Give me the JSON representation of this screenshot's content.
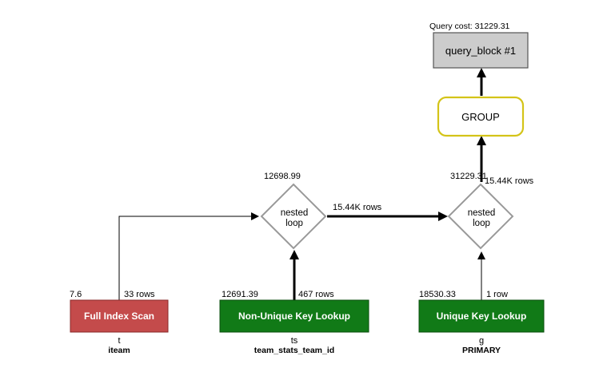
{
  "query_cost": "Query cost: 31229.31",
  "query_block": "query_block #1",
  "group": "GROUP",
  "colors": {
    "full_scan": "#c44b4b",
    "key_lookup": "#117a17",
    "query_block_fill": "#cccccc",
    "group_border": "#d4c418",
    "diamond_border": "#999999"
  },
  "nested_loops": [
    {
      "label_line1": "nested",
      "label_line2": "loop",
      "cost": "12698.99",
      "rows_out": "15.44K rows"
    },
    {
      "label_line1": "nested",
      "label_line2": "loop",
      "cost": "31229.31",
      "rows_out": "15.44K rows"
    }
  ],
  "tables": [
    {
      "access": "Full Index Scan",
      "cost": "7.6",
      "rows": "33 rows",
      "alias": "t",
      "key": "iteam",
      "color": "#c44b4b"
    },
    {
      "access": "Non-Unique Key Lookup",
      "cost": "12691.39",
      "rows": "467 rows",
      "alias": "ts",
      "key": "team_stats_team_id",
      "color": "#117a17"
    },
    {
      "access": "Unique Key Lookup",
      "cost": "18530.33",
      "rows": "1 row",
      "alias": "g",
      "key": "PRIMARY",
      "color": "#117a17"
    }
  ]
}
